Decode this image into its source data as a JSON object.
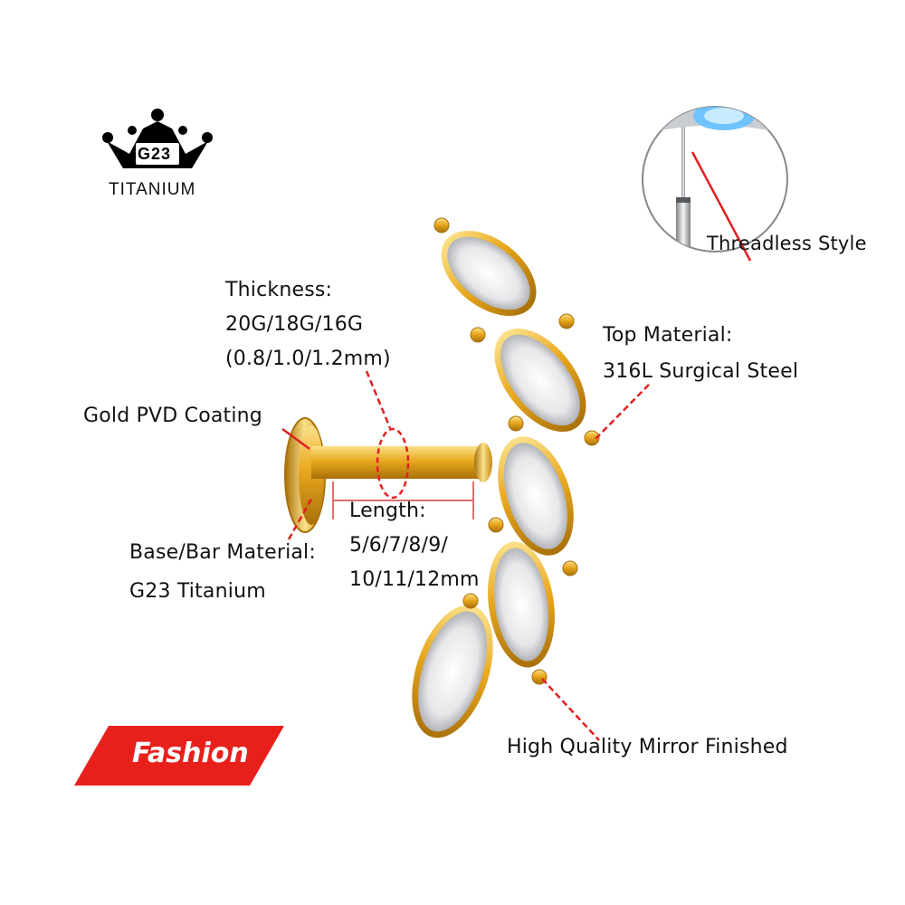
{
  "brand": {
    "crown_badge": "G23",
    "material_word": "TITANIUM"
  },
  "labels": {
    "thickness_title": "Thickness:",
    "thickness_gauges": "20G/18G/16G",
    "thickness_mm": "(0.8/1.0/1.2mm)",
    "coating": "Gold PVD Coating",
    "base_title": "Base/Bar Material:",
    "base_value": "G23 Titanium",
    "length_title": "Length:",
    "length_line1": "5/6/7/8/9/",
    "length_line2": "10/11/12mm",
    "top_title": "Top Material:",
    "top_value": "316L Surgical Steel",
    "threadless": "Threadless Style",
    "mirror": "High Quality Mirror Finished"
  },
  "badge": {
    "fashion": "Fashion",
    "color": "#e8201c"
  },
  "colors": {
    "gold": "#e9a81e",
    "gold_light": "#fbe18a",
    "gold_dark": "#a9700a",
    "callout": "#e02020",
    "silver": "#c9ccd0"
  }
}
